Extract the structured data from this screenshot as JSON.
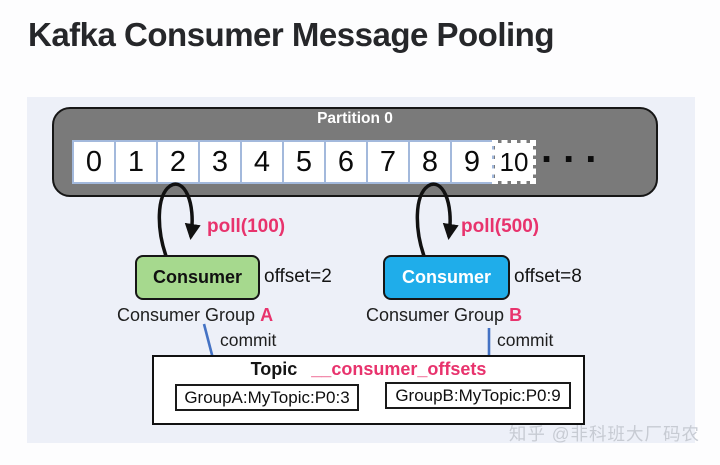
{
  "title": "Kafka Consumer Message Pooling",
  "partition": {
    "label": "Partition 0",
    "cells": [
      "0",
      "1",
      "2",
      "3",
      "4",
      "5",
      "6",
      "7",
      "8",
      "9",
      "10"
    ],
    "ellipsis": "..."
  },
  "consumers": [
    {
      "poll_label": "poll(100)",
      "box_label": "Consumer",
      "offset_label": "offset=2",
      "group_label": "Consumer Group",
      "group_id": "A",
      "commit_label": "commit",
      "box_color": "#a6d98e"
    },
    {
      "poll_label": "poll(500)",
      "box_label": "Consumer",
      "offset_label": "offset=8",
      "group_label": "Consumer Group",
      "group_id": "B",
      "commit_label": "commit",
      "box_color": "#1fadea"
    }
  ],
  "offsets_topic": {
    "label": "Topic",
    "name": "__consumer_offsets",
    "entries": [
      "GroupA:MyTopic:P0:3",
      "GroupB:MyTopic:P0:9"
    ]
  },
  "watermark": "知乎 @非科班大厂码农",
  "colors": {
    "accent_pink": "#e8336d",
    "partition_gray": "#7a7a7a",
    "cell_border_blue": "#a3b9dc",
    "consumer_green": "#a6d98e",
    "consumer_blue": "#1fadea",
    "commit_arrow_blue": "#4472c4",
    "diagram_bg": "#edf0f8"
  }
}
